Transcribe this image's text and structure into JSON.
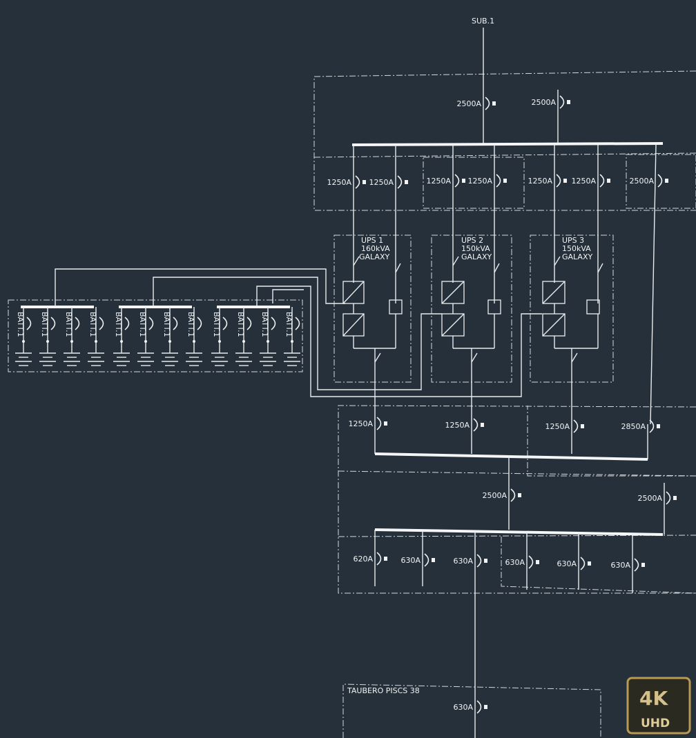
{
  "diagram": {
    "source_label": "SUB.1",
    "incomers": [
      "2500A",
      "2500A"
    ],
    "ups_inputs": [
      "1250A",
      "1250A",
      "1250A",
      "1250A",
      "1250A",
      "1250A"
    ],
    "bypass_input": "2500A",
    "ups_units": [
      {
        "name": "UPS 1",
        "rating": "160kVA",
        "brand": "GALAXY"
      },
      {
        "name": "UPS 2",
        "rating": "150kVA",
        "brand": "GALAXY"
      },
      {
        "name": "UPS 3",
        "rating": "150kVA",
        "brand": "GALAXY"
      }
    ],
    "battery_label": "BATT.1",
    "battery_count": 12,
    "ups_outputs": [
      "1250A",
      "1250A",
      "1250A"
    ],
    "bypass_output": "2850A",
    "output_incomers": [
      "2500A",
      "2500A"
    ],
    "feeders": [
      "620A",
      "630A",
      "630A",
      "630A",
      "630A",
      "630A"
    ],
    "sub_panel_title": "TAUBERO PISCS 38",
    "sub_panel_breaker": "630A"
  },
  "badge": {
    "top": "4K",
    "bottom": "UHD"
  }
}
